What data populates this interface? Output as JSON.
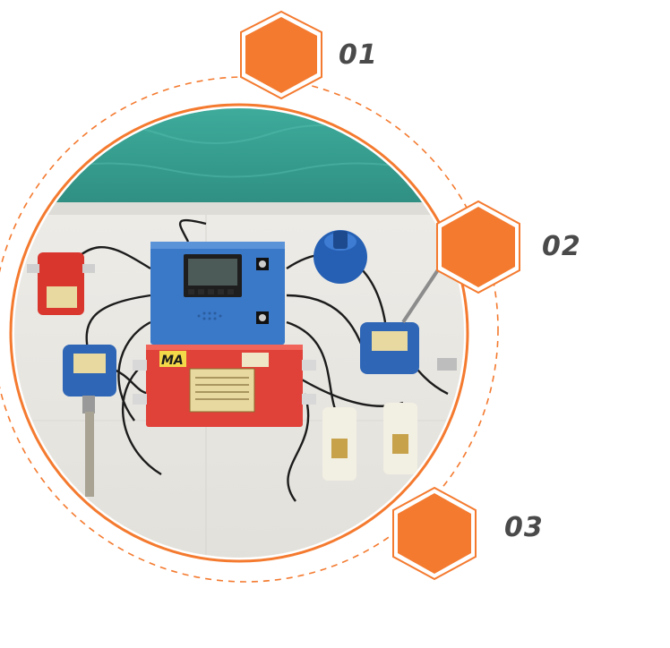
{
  "photo": {
    "subject": "mine-equipment-photo"
  },
  "markers": [
    {
      "label": "01"
    },
    {
      "label": "02"
    },
    {
      "label": "03"
    }
  ],
  "plate": {
    "ma_mark": "MA"
  },
  "colors": {
    "accent": "#f47a2f",
    "label": "#4a4a4a",
    "teal_board": "#39a394",
    "blue_box": "#3a78c8",
    "red_box": "#e0423a",
    "wall": "#ebe9e4"
  }
}
